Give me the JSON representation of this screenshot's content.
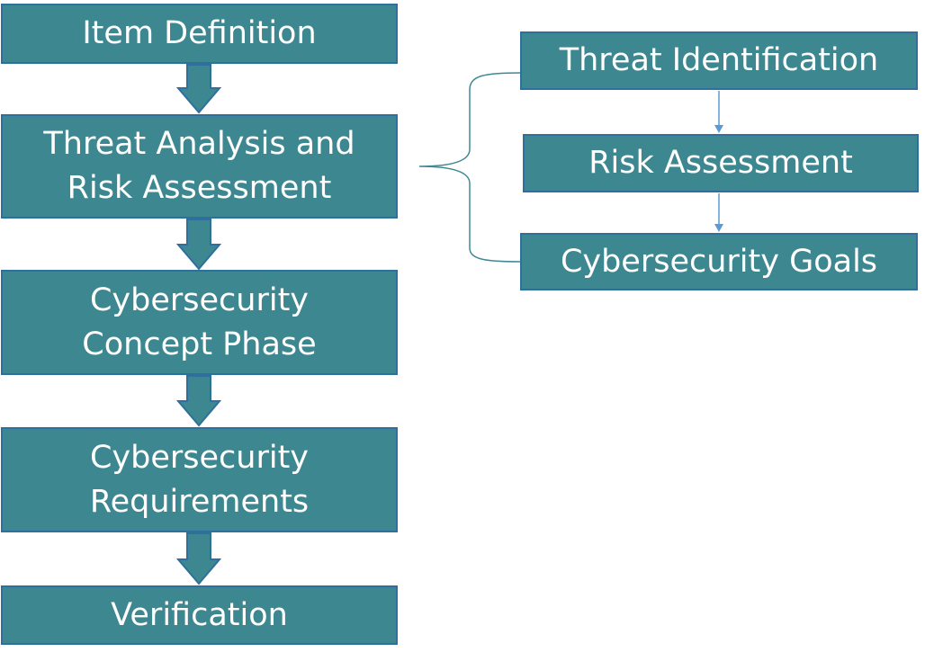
{
  "flow": {
    "item_definition": "Item  Definition",
    "tara": "Threat Analysis and\nRisk Assessment",
    "concept_phase": "Cybersecurity\nConcept Phase",
    "requirements": "Cybersecurity\nRequirements",
    "verification": "Verification"
  },
  "tara_steps": {
    "threat_identification": "Threat Identification",
    "risk_assessment": "Risk Assessment",
    "cybersecurity_goals": "Cybersecurity Goals"
  },
  "colors": {
    "box_fill": "#3D8790",
    "box_border": "#2E6F9E",
    "arrow_fill": "#3D8790",
    "connector": "#3F8A93",
    "small_arrow": "#5B9BD5",
    "text": "#FFFFFF"
  }
}
